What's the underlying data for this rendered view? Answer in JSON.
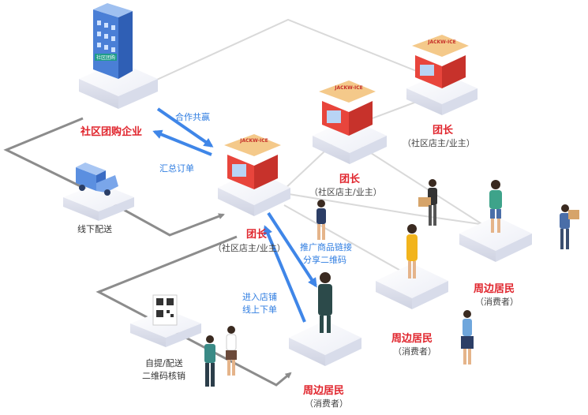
{
  "enterprise": {
    "label": "社区团购企业",
    "sign": "社区团购"
  },
  "store_sign": "JACKW-ICE",
  "leaders": [
    {
      "title": "团长",
      "role": "（社区店主/业主）"
    },
    {
      "title": "团长",
      "role": "（社区店主/业主）"
    },
    {
      "title": "团长",
      "role": "（社区店主/业主）"
    }
  ],
  "residents": [
    {
      "title": "周边居民",
      "role": "（消费者）"
    },
    {
      "title": "周边居民",
      "role": "（消费者）"
    },
    {
      "title": "周边居民",
      "role": "（消费者）"
    }
  ],
  "flows": {
    "cooperate": "合作共赢",
    "summary_order": "汇总订单",
    "offline_delivery": "线下配送",
    "promote_line1": "推广商品链接",
    "promote_line2": "分享二维码",
    "enter_line1": "进入店铺",
    "enter_line2": "线上下单",
    "pickup_line1": "自提/配送",
    "pickup_line2": "二维码核销"
  },
  "colors": {
    "red_label": "#e0242c",
    "blue_arrow": "#3f86e8",
    "grey_line": "#8c8c8c",
    "light_line": "#d9d9d9",
    "store_red": "#e8453c",
    "awning": "#f4c98a"
  }
}
